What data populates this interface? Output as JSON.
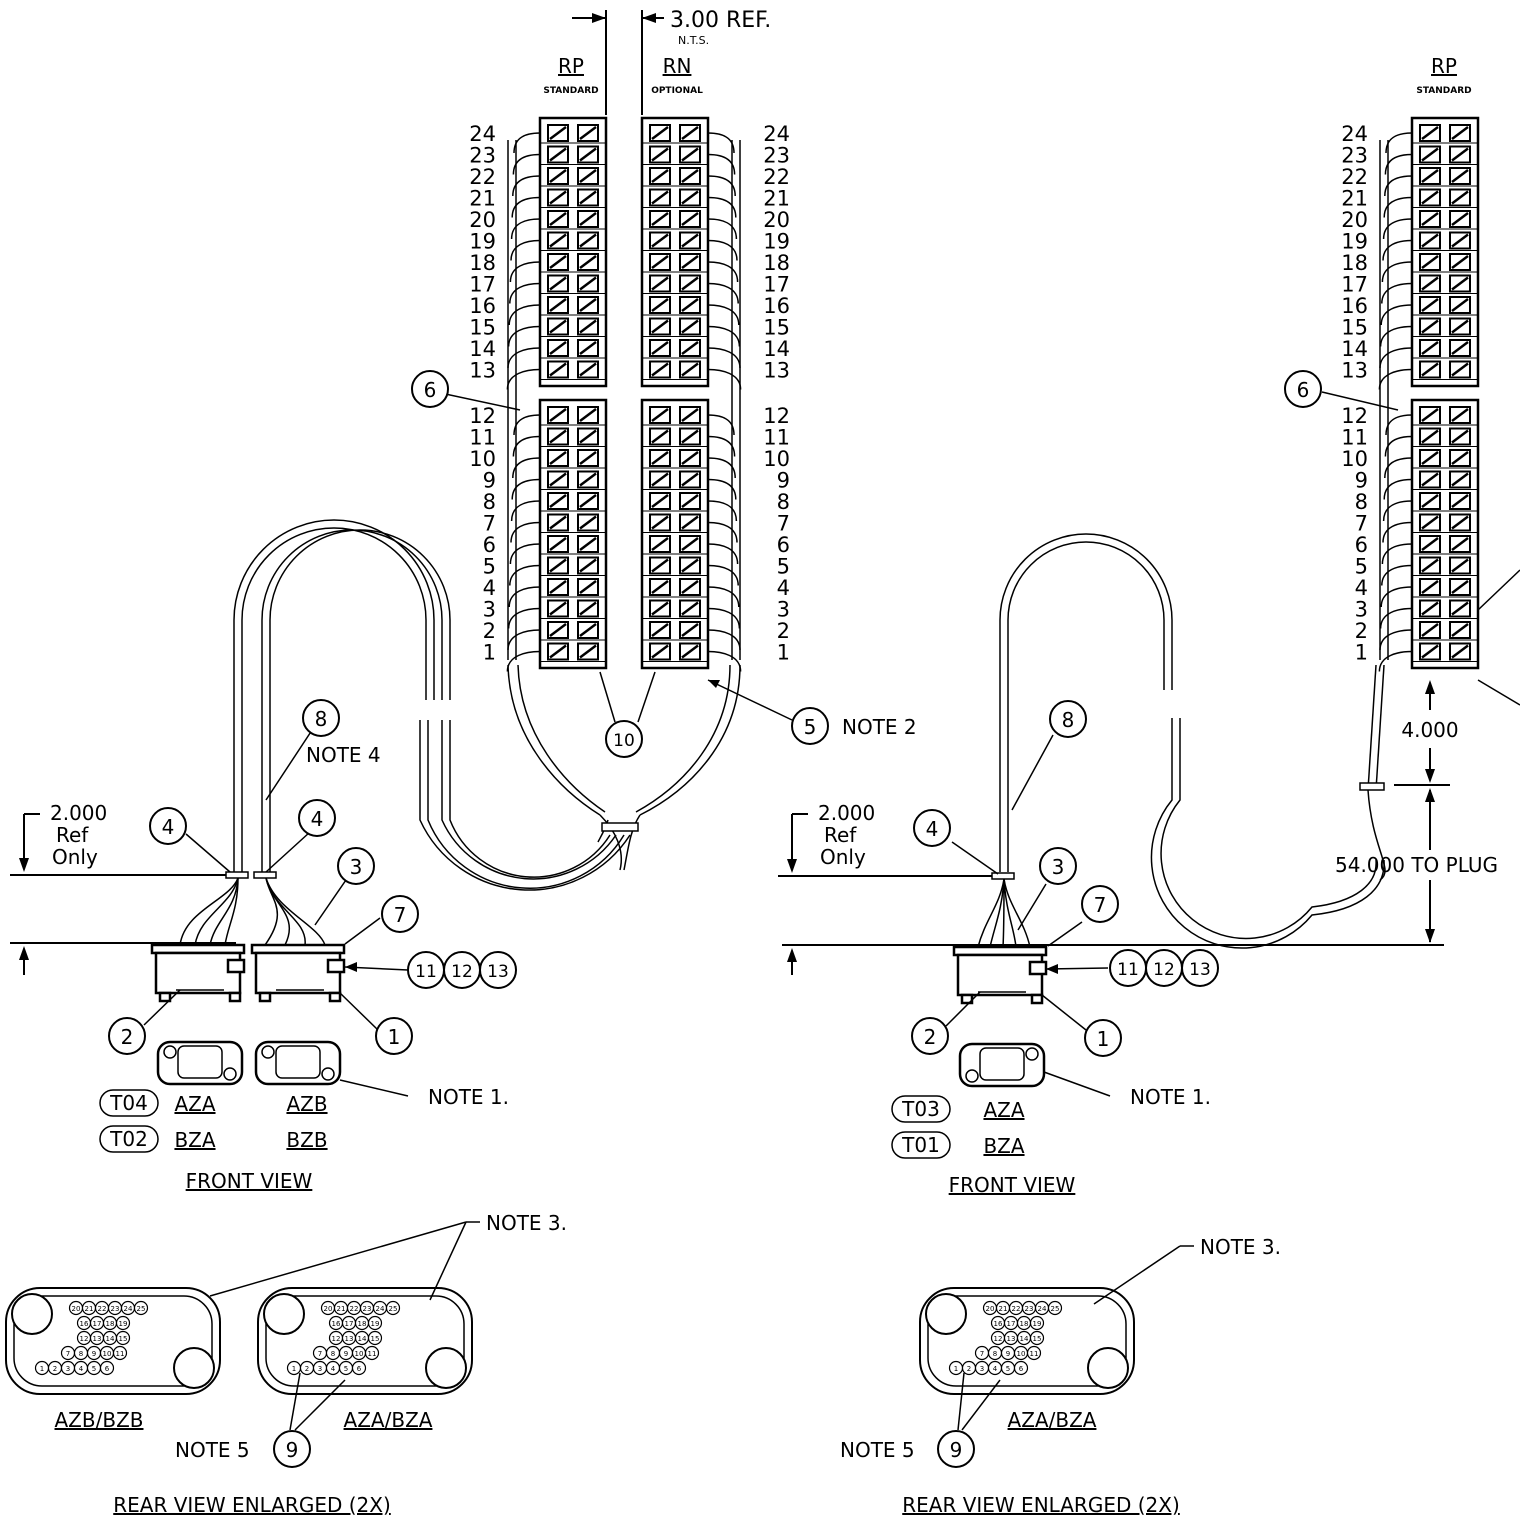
{
  "terms_left": [
    "24",
    "23",
    "22",
    "21",
    "20",
    "19",
    "18",
    "17",
    "16",
    "15",
    "14",
    "13",
    "12",
    "11",
    "10",
    "9",
    "8",
    "7",
    "6",
    "5",
    "4",
    "3",
    "2",
    "1"
  ],
  "terms_right_rn": [
    "24",
    "23",
    "22",
    "21",
    "20",
    "19",
    "18",
    "17",
    "16",
    "15",
    "14",
    "13",
    "12",
    "11",
    "10",
    "9",
    "8",
    "7",
    "6",
    "5",
    "4",
    "3",
    "2",
    "1"
  ],
  "terms_right_group": [
    "24",
    "23",
    "22",
    "21",
    "20",
    "19",
    "18",
    "17",
    "16",
    "15",
    "14",
    "13",
    "12",
    "11",
    "10",
    "9",
    "8",
    "7",
    "6",
    "5",
    "4",
    "3",
    "2",
    "1"
  ],
  "left_group": {
    "ref_dim": "3.00 REF.",
    "nts": "N.T.S.",
    "rp_label": "RP",
    "rp_sub": "STANDARD",
    "rn_label": "RN",
    "rn_sub": "OPTIONAL",
    "dim_2000": "2.000",
    "dim_ref": "Ref",
    "dim_only": "Only",
    "note4": "NOTE 4",
    "note2": "NOTE 2",
    "note1": "NOTE 1.",
    "tag1": "T04",
    "tag2": "T02",
    "azA": "AZA",
    "azB": "AZB",
    "bzA": "BZA",
    "bzB": "BZB",
    "front_view": "FRONT VIEW",
    "note3": "NOTE 3.",
    "rear_label_1": "AZB/BZB",
    "rear_label_2": "AZA/BZA",
    "note5": "NOTE 5",
    "rear_title": "REAR VIEW ENLARGED (2X)"
  },
  "right_group": {
    "rp_label": "RP",
    "rp_sub": "STANDARD",
    "dim_2000": "2.000",
    "dim_ref": "Ref",
    "dim_only": "Only",
    "dim_4000": "4.000",
    "dim_54000": "54.000 TO PLUG",
    "note1": "NOTE 1.",
    "tag1": "T03",
    "tag2": "T01",
    "azA": "AZA",
    "bzA": "BZA",
    "front_view": "FRONT VIEW",
    "note3": "NOTE 3.",
    "rear_label": "AZA/BZA",
    "note5": "NOTE 5",
    "rear_title": "REAR VIEW ENLARGED (2X)"
  },
  "balloons": [
    "1",
    "2",
    "3",
    "4",
    "5",
    "6",
    "7",
    "8",
    "9",
    "10",
    "11",
    "12",
    "13"
  ],
  "pin_rows": [
    [
      "20",
      "21",
      "22",
      "23",
      "24",
      "25"
    ],
    [
      "16",
      "17",
      "18",
      "19"
    ],
    [
      "12",
      "13",
      "14",
      "15"
    ],
    [
      "7",
      "8",
      "9",
      "10",
      "11"
    ],
    [
      "1",
      "2",
      "3",
      "4",
      "5",
      "6"
    ]
  ]
}
